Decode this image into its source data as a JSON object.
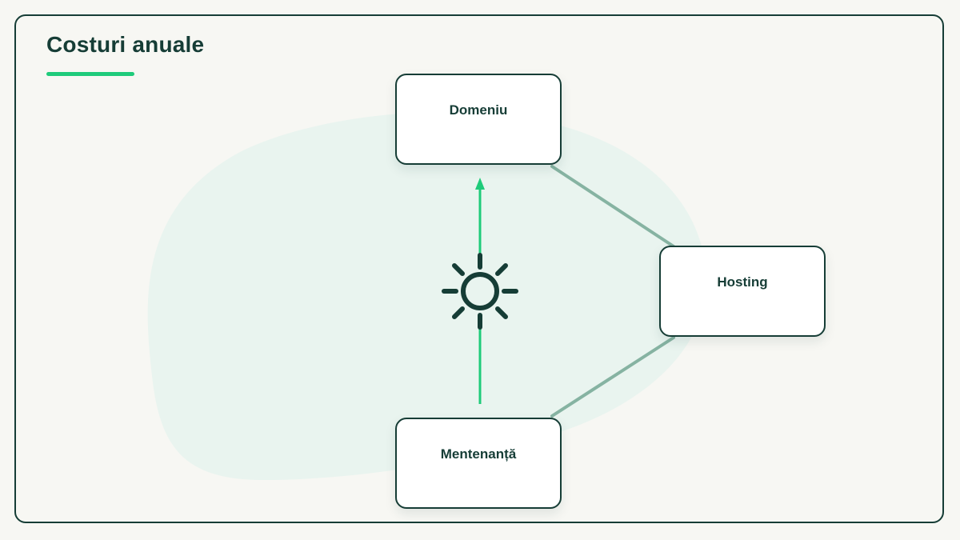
{
  "header": {
    "title": "Costuri anuale"
  },
  "nodes": [
    {
      "id": "domeniu",
      "label": "Domeniu"
    },
    {
      "id": "hosting",
      "label": "Hosting"
    },
    {
      "id": "mentenanta",
      "label": "Mentenanță"
    }
  ],
  "icons": {
    "center": "sun-icon"
  },
  "colors": {
    "text": "#163d36",
    "accent": "#1fcb7a",
    "connector": "#86b3a2",
    "blob": "#e9f4ef",
    "background": "#f7f7f3"
  }
}
